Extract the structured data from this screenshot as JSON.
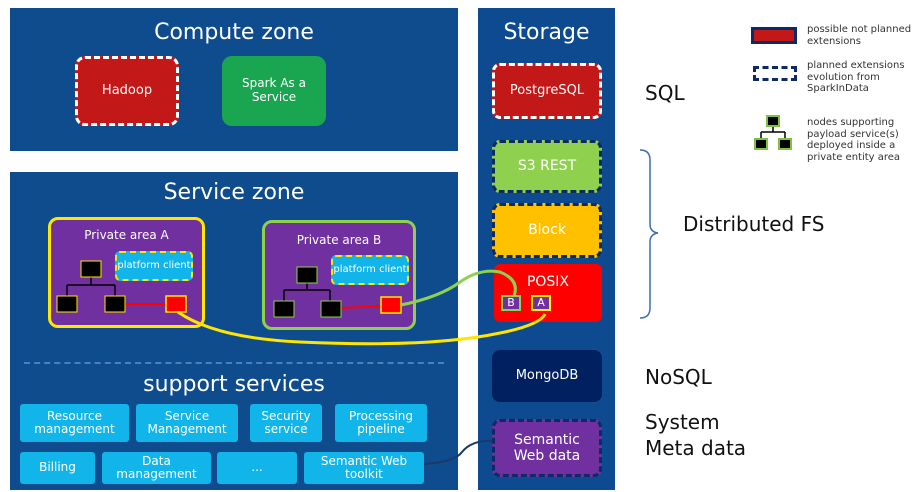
{
  "zones": {
    "compute": {
      "title": "Compute zone",
      "hadoop": "Hadoop",
      "spark": "Spark As a Service"
    },
    "service": {
      "title": "Service zone",
      "area_a": {
        "title": "Private area A",
        "client": "platform client"
      },
      "area_b": {
        "title": "Private area B",
        "client": "platform client"
      }
    },
    "support": {
      "title": "support services",
      "row1": [
        "Resource management",
        "Service Management",
        "Security service",
        "Processing pipeline"
      ],
      "row2": [
        "Billing",
        "Data management",
        "...",
        "Semantic Web toolkit"
      ]
    },
    "storage": {
      "title": "Storage",
      "items": [
        "PostgreSQL",
        "S3 REST",
        "Block",
        "POSIX",
        "MongoDB",
        "Semantic Web data"
      ],
      "posix_ports": [
        "B",
        "A"
      ]
    }
  },
  "side_labels": {
    "sql": "SQL",
    "dfs": "Distributed FS",
    "nosql": "NoSQL",
    "system": "System",
    "meta": "Meta data"
  },
  "legend": [
    {
      "icon": "red-dashed-box-icon",
      "text": "possible not planned extensions"
    },
    {
      "icon": "dashed-box-icon",
      "text": "planned extensions evolution from SparkInData"
    },
    {
      "icon": "node-tree-icon",
      "text": "nodes supporting payload service(s) deployed inside a private entity area"
    }
  ],
  "colors": {
    "zone_blue": "#0f4c8e",
    "storage_blue": "#0d4a8f",
    "hadoop_red": "#c31818",
    "spark_green": "#1aa651",
    "purple": "#7030a0",
    "cyan": "#11b5e9",
    "yellow": "#ffe600",
    "lime": "#8fd14f",
    "orange": "#ffc000",
    "posix_red": "#ff0000",
    "navy": "#002060"
  }
}
